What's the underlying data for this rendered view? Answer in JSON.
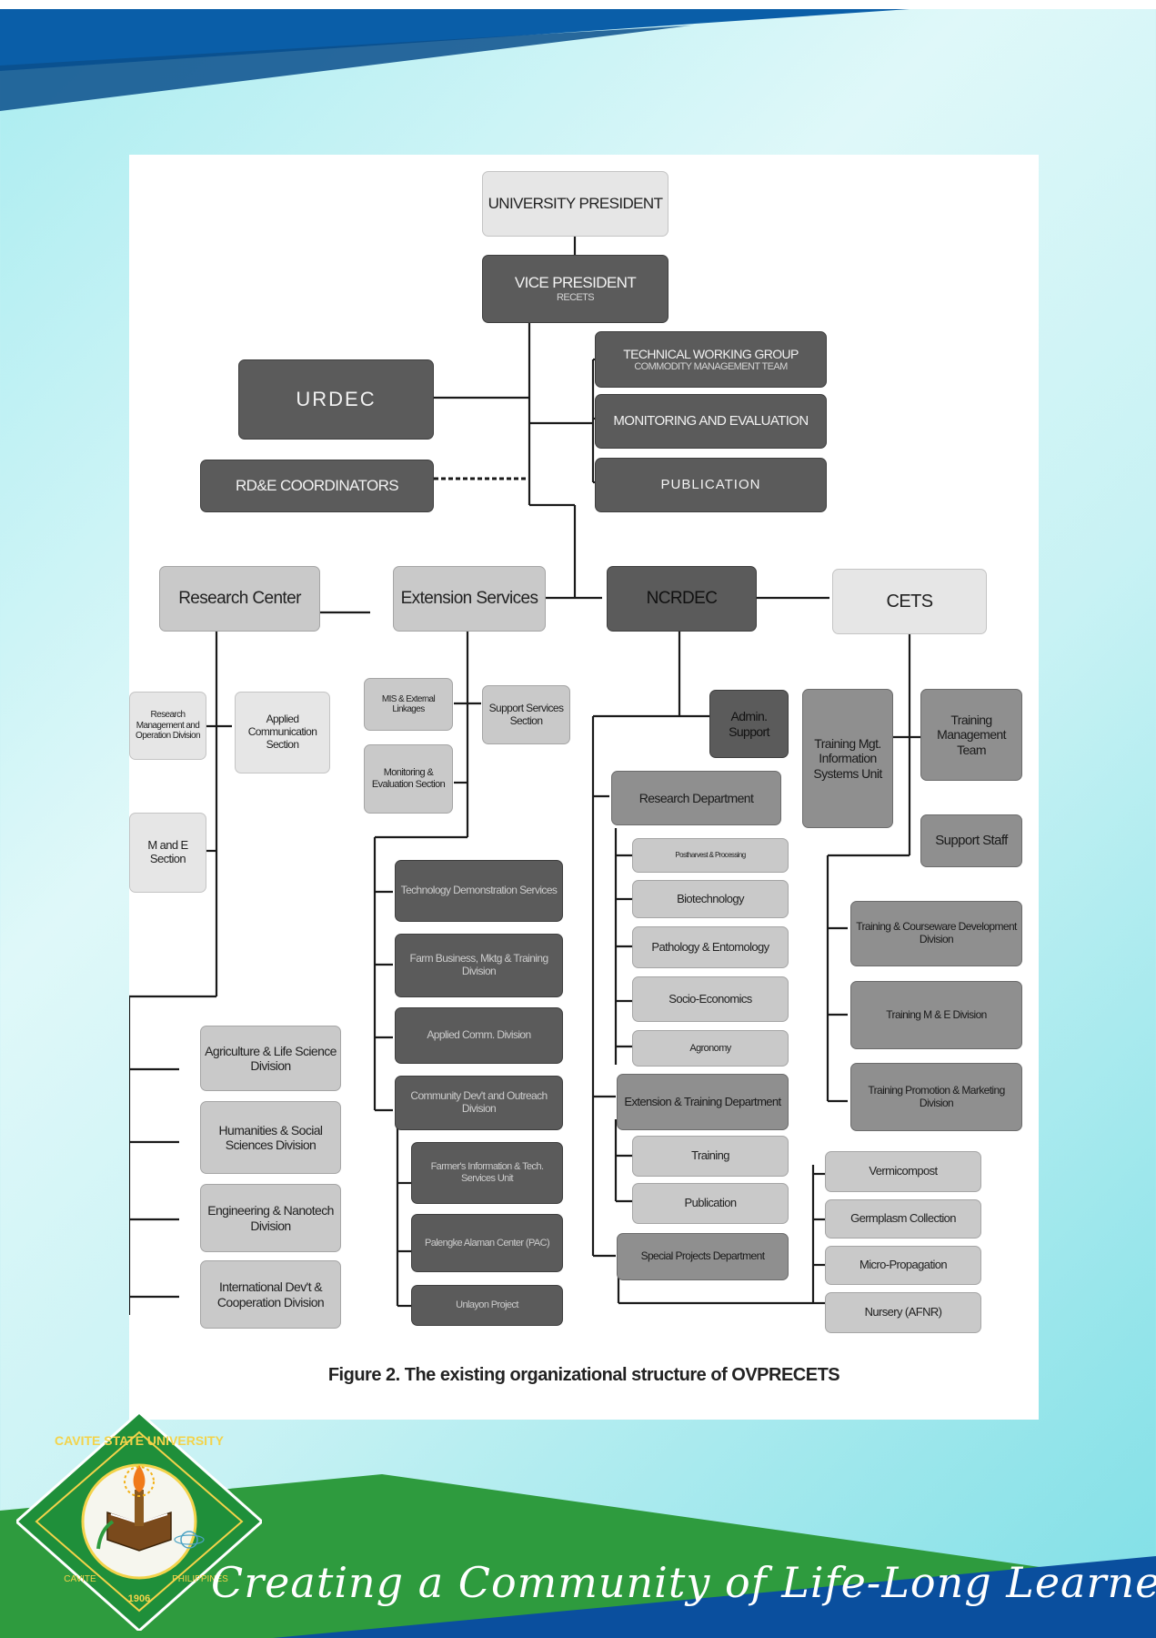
{
  "colors": {
    "top_band": "#0a5ea8",
    "bottom_band_blue": "#0a4f9e",
    "bottom_band_green": "#2e9b3e",
    "seal_green": "#1f8f3a"
  },
  "orgchart": {
    "university_president": "UNIVERSITY PRESIDENT",
    "vice_president": "VICE PRESIDENT",
    "vice_president_sub": "RECETS",
    "urdec": "URDEC",
    "rde_coordinators": "RD&E COORDINATORS",
    "technical_working_group": "TECHNICAL WORKING GROUP",
    "technical_working_group_sub": "COMMODITY MANAGEMENT TEAM",
    "monitoring_evaluation": "MONITORING AND EVALUATION",
    "publication": "PUBLICATION",
    "research_center": "Research Center",
    "extension_services": "Extension Services",
    "ncrdec": "NCRDEC",
    "cets": "CETS",
    "research_management_division": "Research Management and Operation Division",
    "applied_communication_section": "Applied Communication Section",
    "m_and_e_section": "M and E Section",
    "agriculture_life_science": "Agriculture & Life Science Division",
    "humanities_social_sciences": "Humanities & Social Sciences Division",
    "engineering_nanotech": "Engineering & Nanotech Division",
    "international_devt": "International Dev't & Cooperation Division",
    "mis_external_linkages": "MIS & External Linkages",
    "support_services_section": "Support Services Section",
    "monitoring_evaluation_section": "Monitoring & Evaluation Section",
    "technology_demonstration": "Technology Demonstration Services",
    "farm_business": "Farm Business, Mktg & Training Division",
    "applied_comm_division": "Applied Comm. Division",
    "community_devt_outreach": "Community Dev't and Outreach Division",
    "farmers_information": "Farmer's Information & Tech. Services Unit",
    "palengke_alaman": "Palengke Alaman Center (PAC)",
    "unlayon_project": "Unlayon Project",
    "admin_support": "Admin. Support",
    "research_department": "Research Department",
    "postharvest": "Postharvest & Processing",
    "biotechnology": "Biotechnology",
    "pathology_entomology": "Pathology & Entomology",
    "socio_economics": "Socio-Economics",
    "agronomy": "Agronomy",
    "extension_training_department": "Extension & Training Department",
    "training": "Training",
    "publication_unit": "Publication",
    "special_projects_department": "Special Projects Department",
    "vermicompost": "Vermicompost",
    "germplasm_collection": "Germplasm Collection",
    "micro_propagation": "Micro-Propagation",
    "nursery": "Nursery (AFNR)",
    "training_mgt_info": "Training Mgt. Information Systems Unit",
    "training_management_team": "Training Management Team",
    "support_staff": "Support Staff",
    "training_courseware": "Training & Courseware Development Division",
    "training_me_division": "Training M & E Division",
    "training_promotion": "Training Promotion & Marketing Division"
  },
  "caption": "Figure 2. The existing organizational structure of OVPRECETS",
  "seal": {
    "top_text": "CAVITE STATE UNIVERSITY",
    "bottom_left": "CAVITE",
    "bottom_right": "PHILIPPINES",
    "year": "1906"
  },
  "tagline": "Creating a Community of Life-Long Learners"
}
